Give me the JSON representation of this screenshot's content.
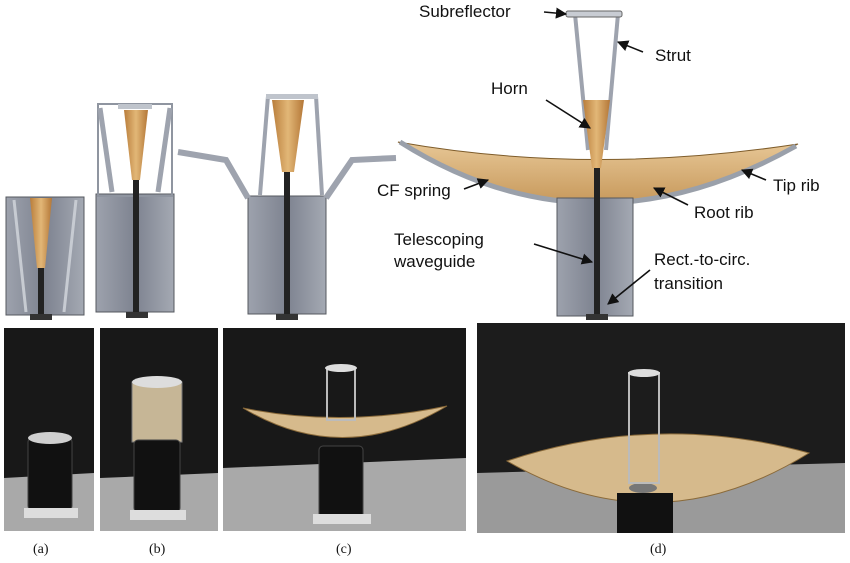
{
  "labels": {
    "subreflector": "Subreflector",
    "strut": "Strut",
    "horn": "Horn",
    "cf_spring": "CF spring",
    "tip_rib": "Tip rib",
    "root_rib": "Root rib",
    "telescoping_line1": "Telescoping",
    "telescoping_line2": "waveguide",
    "transition_line1": "Rect.-to-circ.",
    "transition_line2": "transition"
  },
  "captions": {
    "a": "(a)",
    "b": "(b)",
    "c": "(c)",
    "d": "(d)"
  },
  "colors": {
    "cylinder": "#8c909c",
    "cylinder_dark": "#5d616c",
    "horn": "#cf9a55",
    "dish": "#d9b27c",
    "rib": "#9aa0aa",
    "photo_bg": "#1b1b1b",
    "table": "#a9a9a9",
    "arrow": "#111111"
  }
}
